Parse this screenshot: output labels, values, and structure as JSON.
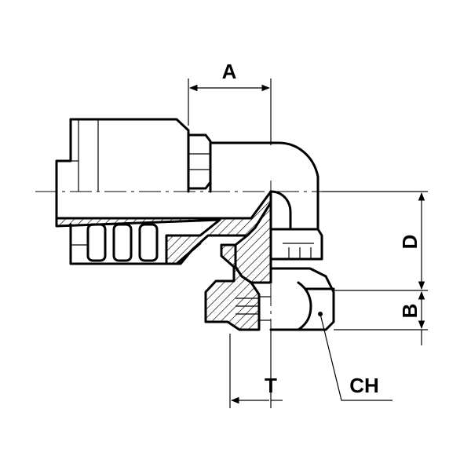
{
  "dimensions": {
    "a_label": "A",
    "b_label": "B",
    "d_label": "D",
    "t_label": "T",
    "ch_label": "CH"
  }
}
